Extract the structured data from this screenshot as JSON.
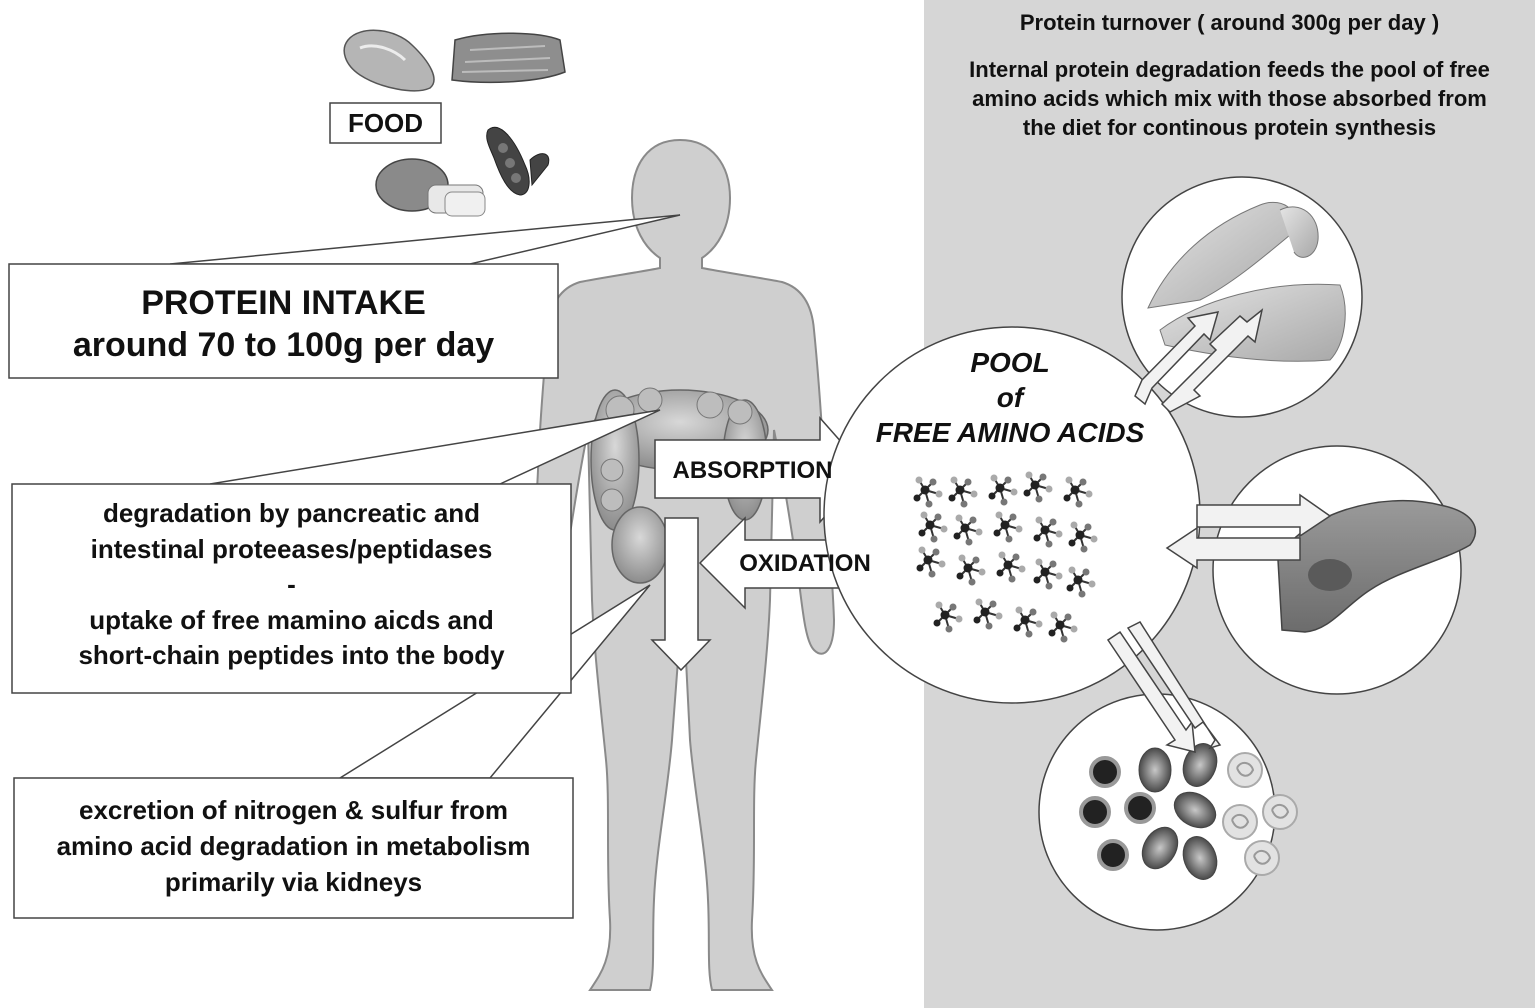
{
  "turnover": {
    "heading": "Protein turnover ( around 300g per day )",
    "desc_lines": [
      "Internal protein degradation feeds the pool of free",
      "amino acids which mix with those absorbed from",
      "the diet for continous protein synthesis"
    ]
  },
  "food": {
    "label": "FOOD"
  },
  "intake": {
    "line1": "PROTEIN INTAKE",
    "line2": "around 70 to 100g per day"
  },
  "degradation": {
    "lines": [
      "degradation by pancreatic and",
      "intestinal proteeases/peptidases",
      "-",
      "uptake of free mamino aicds and",
      "short-chain peptides into the body"
    ]
  },
  "excretion": {
    "lines": [
      "excretion of nitrogen & sulfur from",
      "amino acid degradation in metabolism",
      "primarily via kidneys"
    ]
  },
  "arrows": {
    "absorption": "ABSORPTION",
    "oxidation": "OXIDATION"
  },
  "pool": {
    "line1": "POOL",
    "line2": "of",
    "line3": "FREE AMINO ACIDS"
  },
  "colors": {
    "panel": "#d6d6d6",
    "body_silhouette": "#cfcfcf",
    "body_outline": "#8a8a8a",
    "text": "#111111"
  }
}
